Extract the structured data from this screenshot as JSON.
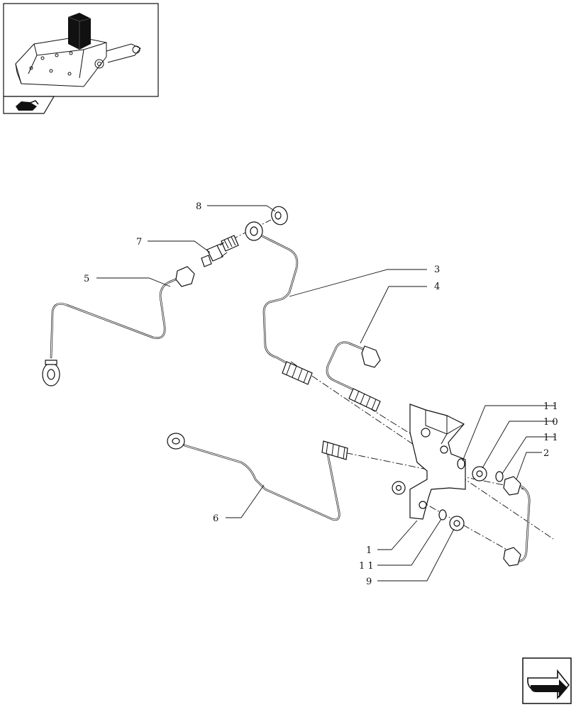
{
  "callouts": [
    {
      "id": "c8",
      "label": "8"
    },
    {
      "id": "c7",
      "label": "7"
    },
    {
      "id": "c5",
      "label": "5"
    },
    {
      "id": "c3",
      "label": "3"
    },
    {
      "id": "c4",
      "label": "4"
    },
    {
      "id": "c11a",
      "label": "1 1"
    },
    {
      "id": "c10",
      "label": "1 0"
    },
    {
      "id": "c11b",
      "label": "1 1"
    },
    {
      "id": "c2",
      "label": "2"
    },
    {
      "id": "c6",
      "label": "6"
    },
    {
      "id": "c1",
      "label": "1"
    },
    {
      "id": "c11c",
      "label": "1 1"
    },
    {
      "id": "c9",
      "label": "9"
    }
  ],
  "icons": {
    "thumbnail": "assembly-thumbnail-icon",
    "section_tab": "section-tab-icon",
    "nav": "next-page-arrow-icon"
  }
}
